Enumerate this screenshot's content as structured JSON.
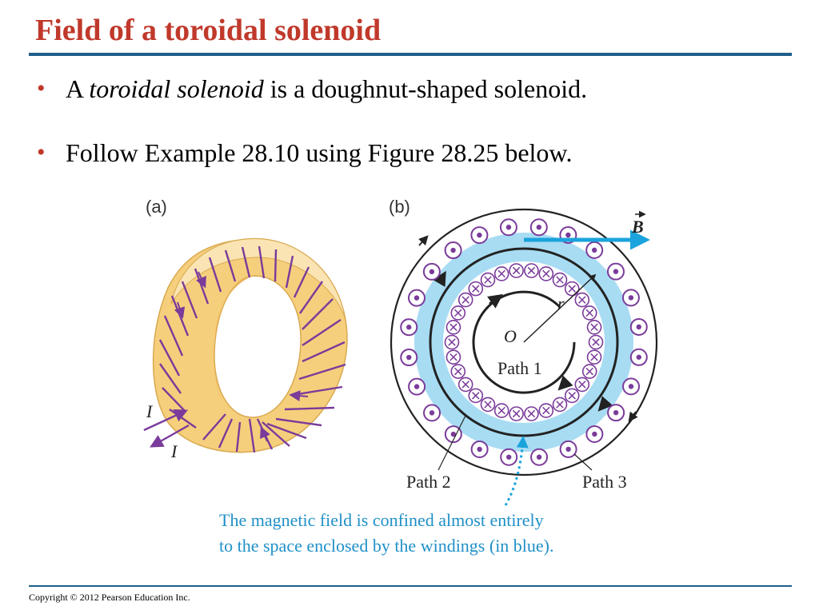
{
  "slide": {
    "title": "Field of a toroidal solenoid",
    "bullets": [
      {
        "pre": "A ",
        "em": "toroidal solenoid",
        "post": " is a doughnut-shaped solenoid."
      },
      {
        "pre": "Follow Example 28.10 using Figure 28.25 below.",
        "em": "",
        "post": ""
      }
    ],
    "copyright": "Copyright © 2012 Pearson Education Inc."
  },
  "figure": {
    "panel_a_label": "(a)",
    "panel_b_label": "(b)",
    "current_label_1": "I",
    "current_label_2": "I",
    "field_label": "B",
    "radius_label": "r",
    "center_label": "O",
    "path1_label": "Path 1",
    "path2_label": "Path 2",
    "path3_label": "Path 3",
    "caption_line1": "The magnetic field is confined almost entirely",
    "caption_line2": "to the space enclosed by the windings (in blue).",
    "colors": {
      "title": "#c0392b",
      "rule": "#1f5f8b",
      "wire": "#7a3b9a",
      "field_region": "#a8dcf3",
      "field_arrow": "#1aa3dc",
      "caption": "#2090c8",
      "torus_face": "#f6cf7c",
      "torus_light": "#fae4b3"
    }
  }
}
